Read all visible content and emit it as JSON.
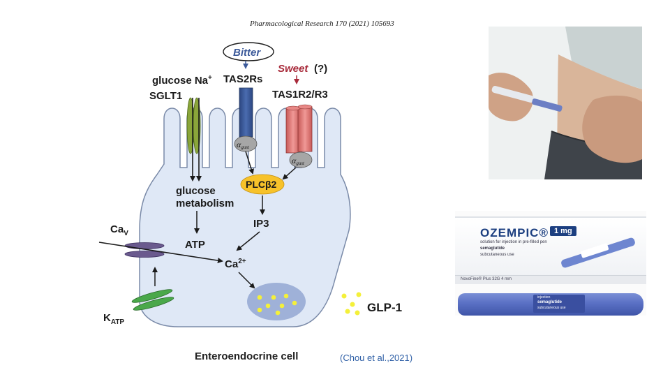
{
  "header": {
    "journal": "Pharmacological Research 170 (2021) 105693"
  },
  "diagram": {
    "bitter": "Bitter",
    "sweet": "Sweet",
    "sweet_q": "(?)",
    "tas2rs": "TAS2Rs",
    "tas1r": "TAS1R2/R3",
    "glucose_na": "glucose Na",
    "na_sup": "+",
    "sglt1": "SGLT1",
    "alpha_gust": "α",
    "gust_sub": "gust",
    "plc": "PLCβ2",
    "ip3": "IP3",
    "glucose_metabolism_1": "glucose",
    "glucose_metabolism_2": "metabolism",
    "atp": "ATP",
    "ca": "Ca",
    "ca_sup": "2+",
    "cav": "Ca",
    "cav_sub": "V",
    "katp": "K",
    "katp_sub": "ATP",
    "glp1": "GLP-1"
  },
  "caption": "Enteroendocrine cell",
  "citation": "(Chou et al.,2021)",
  "product": {
    "brand": "OZEMPIC®",
    "dose": "1 mg",
    "line1": "solution for injection in pre-filled pen",
    "line2": "semaglutide",
    "line3": "subcutaneous use",
    "needle": "NovoFine® Plus 32G 4 mm",
    "pen_line1": "injection",
    "pen_line2": "semaglutide",
    "pen_line3": "subcutaneous use"
  },
  "colors": {
    "cell_fill": "#dfe8f6",
    "cell_stroke": "#7a8aa8",
    "tas2r": "#3c5a9a",
    "tas1r": "#e07a78",
    "plc": "#f7c22a",
    "sglt1": "#8aa53a",
    "cav": "#6a5a8e",
    "katp": "#4aa84a",
    "vesicle": "#9fb1d8",
    "granule": "#f4f03a",
    "bitter_text": "#3c5a9a",
    "sweet_text": "#a82a3a"
  }
}
